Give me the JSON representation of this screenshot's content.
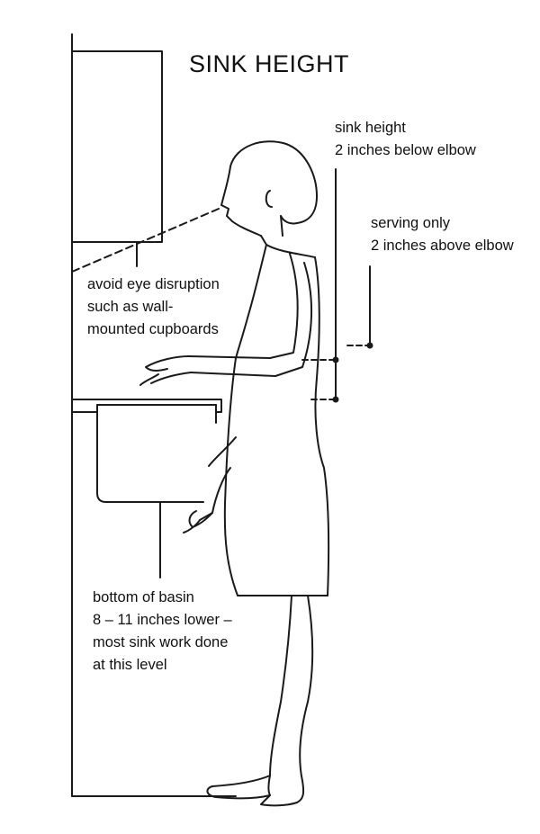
{
  "title": "SINK HEIGHT",
  "annotations": {
    "sink_height": [
      "sink height",
      "2 inches below elbow"
    ],
    "serving_only": [
      "serving only",
      "2 inches above elbow"
    ],
    "eye_disruption": [
      "avoid eye disruption",
      "such as wall-",
      "mounted cupboards"
    ],
    "basin_bottom": [
      "bottom of basin",
      "8 – 11 inches lower –",
      "most sink work done",
      "at this level"
    ]
  },
  "colors": {
    "line": "#1a1a1a",
    "background": "#ffffff"
  }
}
